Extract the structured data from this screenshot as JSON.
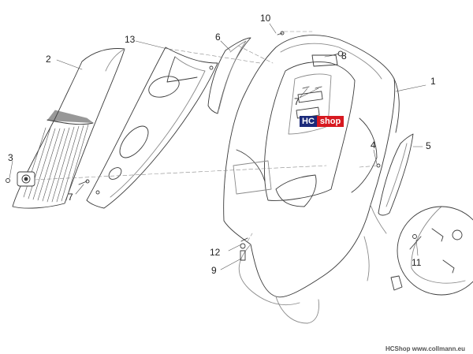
{
  "diagram": {
    "callouts": [
      "1",
      "2",
      "3",
      "4",
      "5",
      "6",
      "7",
      "7",
      "7",
      "8",
      "9",
      "10",
      "11",
      "12",
      "13"
    ],
    "watermark": {
      "left": "HC",
      "right": "shop"
    },
    "footer": "HCShop www.collmann.eu"
  },
  "colors": {
    "line": "#3a3a3a",
    "light_line": "#8a8a8a",
    "watermark_blue": "#1b2a7a",
    "watermark_red": "#d71920"
  }
}
